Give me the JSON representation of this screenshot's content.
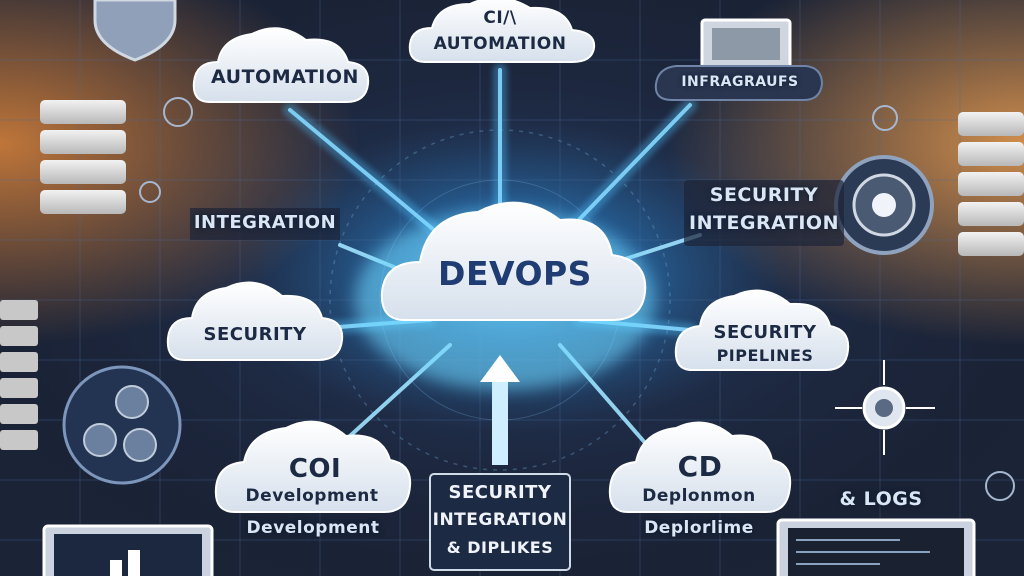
{
  "center": {
    "label": "DEVOPS"
  },
  "nodes": {
    "automation_left": "AUTOMATION",
    "ci_top_line1": "CI/\\",
    "ci_top_line2": "AUTOMATION",
    "infrastructure": "INFRAGRAUFS",
    "integration_left": "INTEGRATION",
    "security_integration_line1": "SECURITY",
    "security_integration_line2": "INTEGRATION",
    "security_left": "SECURITY",
    "security_pipelines_line1": "SECURITY",
    "security_pipelines_line2": "PIPELINES",
    "coi_line1": "COI",
    "coi_line2": "Development",
    "coi_line3": "Development",
    "box_line1": "SECURITY",
    "box_line2": "INTEGRATION",
    "box_line3": "& DIPLIKES",
    "cd_line1": "CD",
    "cd_line2": "Deplonmon",
    "cd_line3": "Deplorlime",
    "logs": "& LOGS"
  },
  "colors": {
    "background": "#1a2338",
    "glow": "#4fc3ff",
    "cloud": "#eef3f9",
    "accent_orange": "#e88a3a"
  }
}
